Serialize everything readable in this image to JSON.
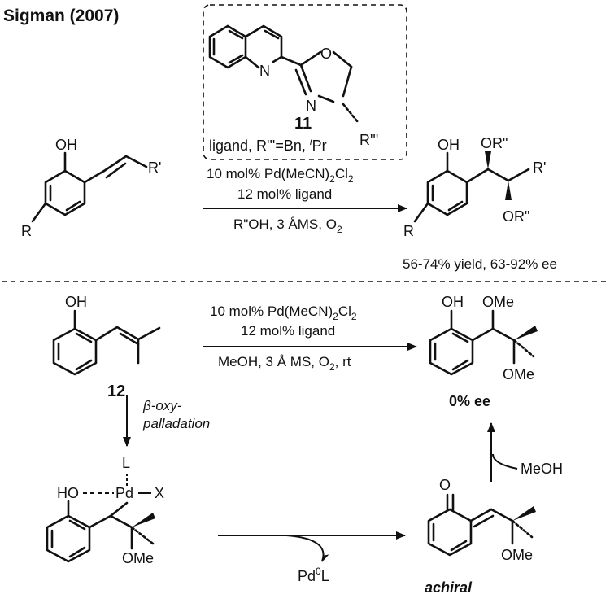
{
  "header": {
    "title": "Sigman (2007)"
  },
  "ligand_box": {
    "compound_number": "11",
    "caption_prefix": "ligand, R'''=Bn, ",
    "caption_i": "i",
    "caption_suffix": "Pr",
    "atom_N1": "N",
    "atom_O": "O",
    "atom_N2": "N",
    "atom_R": "R'''"
  },
  "reaction1": {
    "sm": {
      "oh": "OH",
      "r_prime": "R'",
      "r": "R"
    },
    "cond_line1": "10 mol% Pd(MeCN)",
    "cond_line1_sub": "2",
    "cond_line1_end": "Cl",
    "cond_line1_sub2": "2",
    "cond_line2": "12 mol% ligand",
    "cond_line3": "R\"OH, 3 ÅMS, O",
    "cond_line3_sub": "2",
    "product": {
      "oh": "OH",
      "or_top": "OR\"",
      "r_prime": "R'",
      "or_bottom": "OR\"",
      "r": "R"
    },
    "result": "56-74% yield, 63-92% ee"
  },
  "reaction2": {
    "sm": {
      "oh": "OH",
      "number": "12"
    },
    "cond_line1": "10 mol% Pd(MeCN)",
    "cond_line1_sub": "2",
    "cond_line1_end": "Cl",
    "cond_line1_sub2": "2",
    "cond_line2": "12 mol% ligand",
    "cond_line3": "MeOH, 3 Å MS, O",
    "cond_line3_sub": "2",
    "cond_line3_end": ", rt",
    "product": {
      "oh": "OH",
      "ome_top": "OMe",
      "ome_bottom": "OMe"
    },
    "result": "0% ee",
    "step_label_1": "β-oxy-",
    "step_label_2": "palladation",
    "intermediate": {
      "l": "L",
      "ho": "HO",
      "pd": "Pd",
      "x": "X",
      "ome": "OMe"
    },
    "elim_pd": "Pd",
    "elim_sup": "0",
    "elim_l": "L",
    "quinone": {
      "o": "O",
      "ome": "OMe",
      "label": "achiral"
    },
    "meoh": "MeOH"
  }
}
